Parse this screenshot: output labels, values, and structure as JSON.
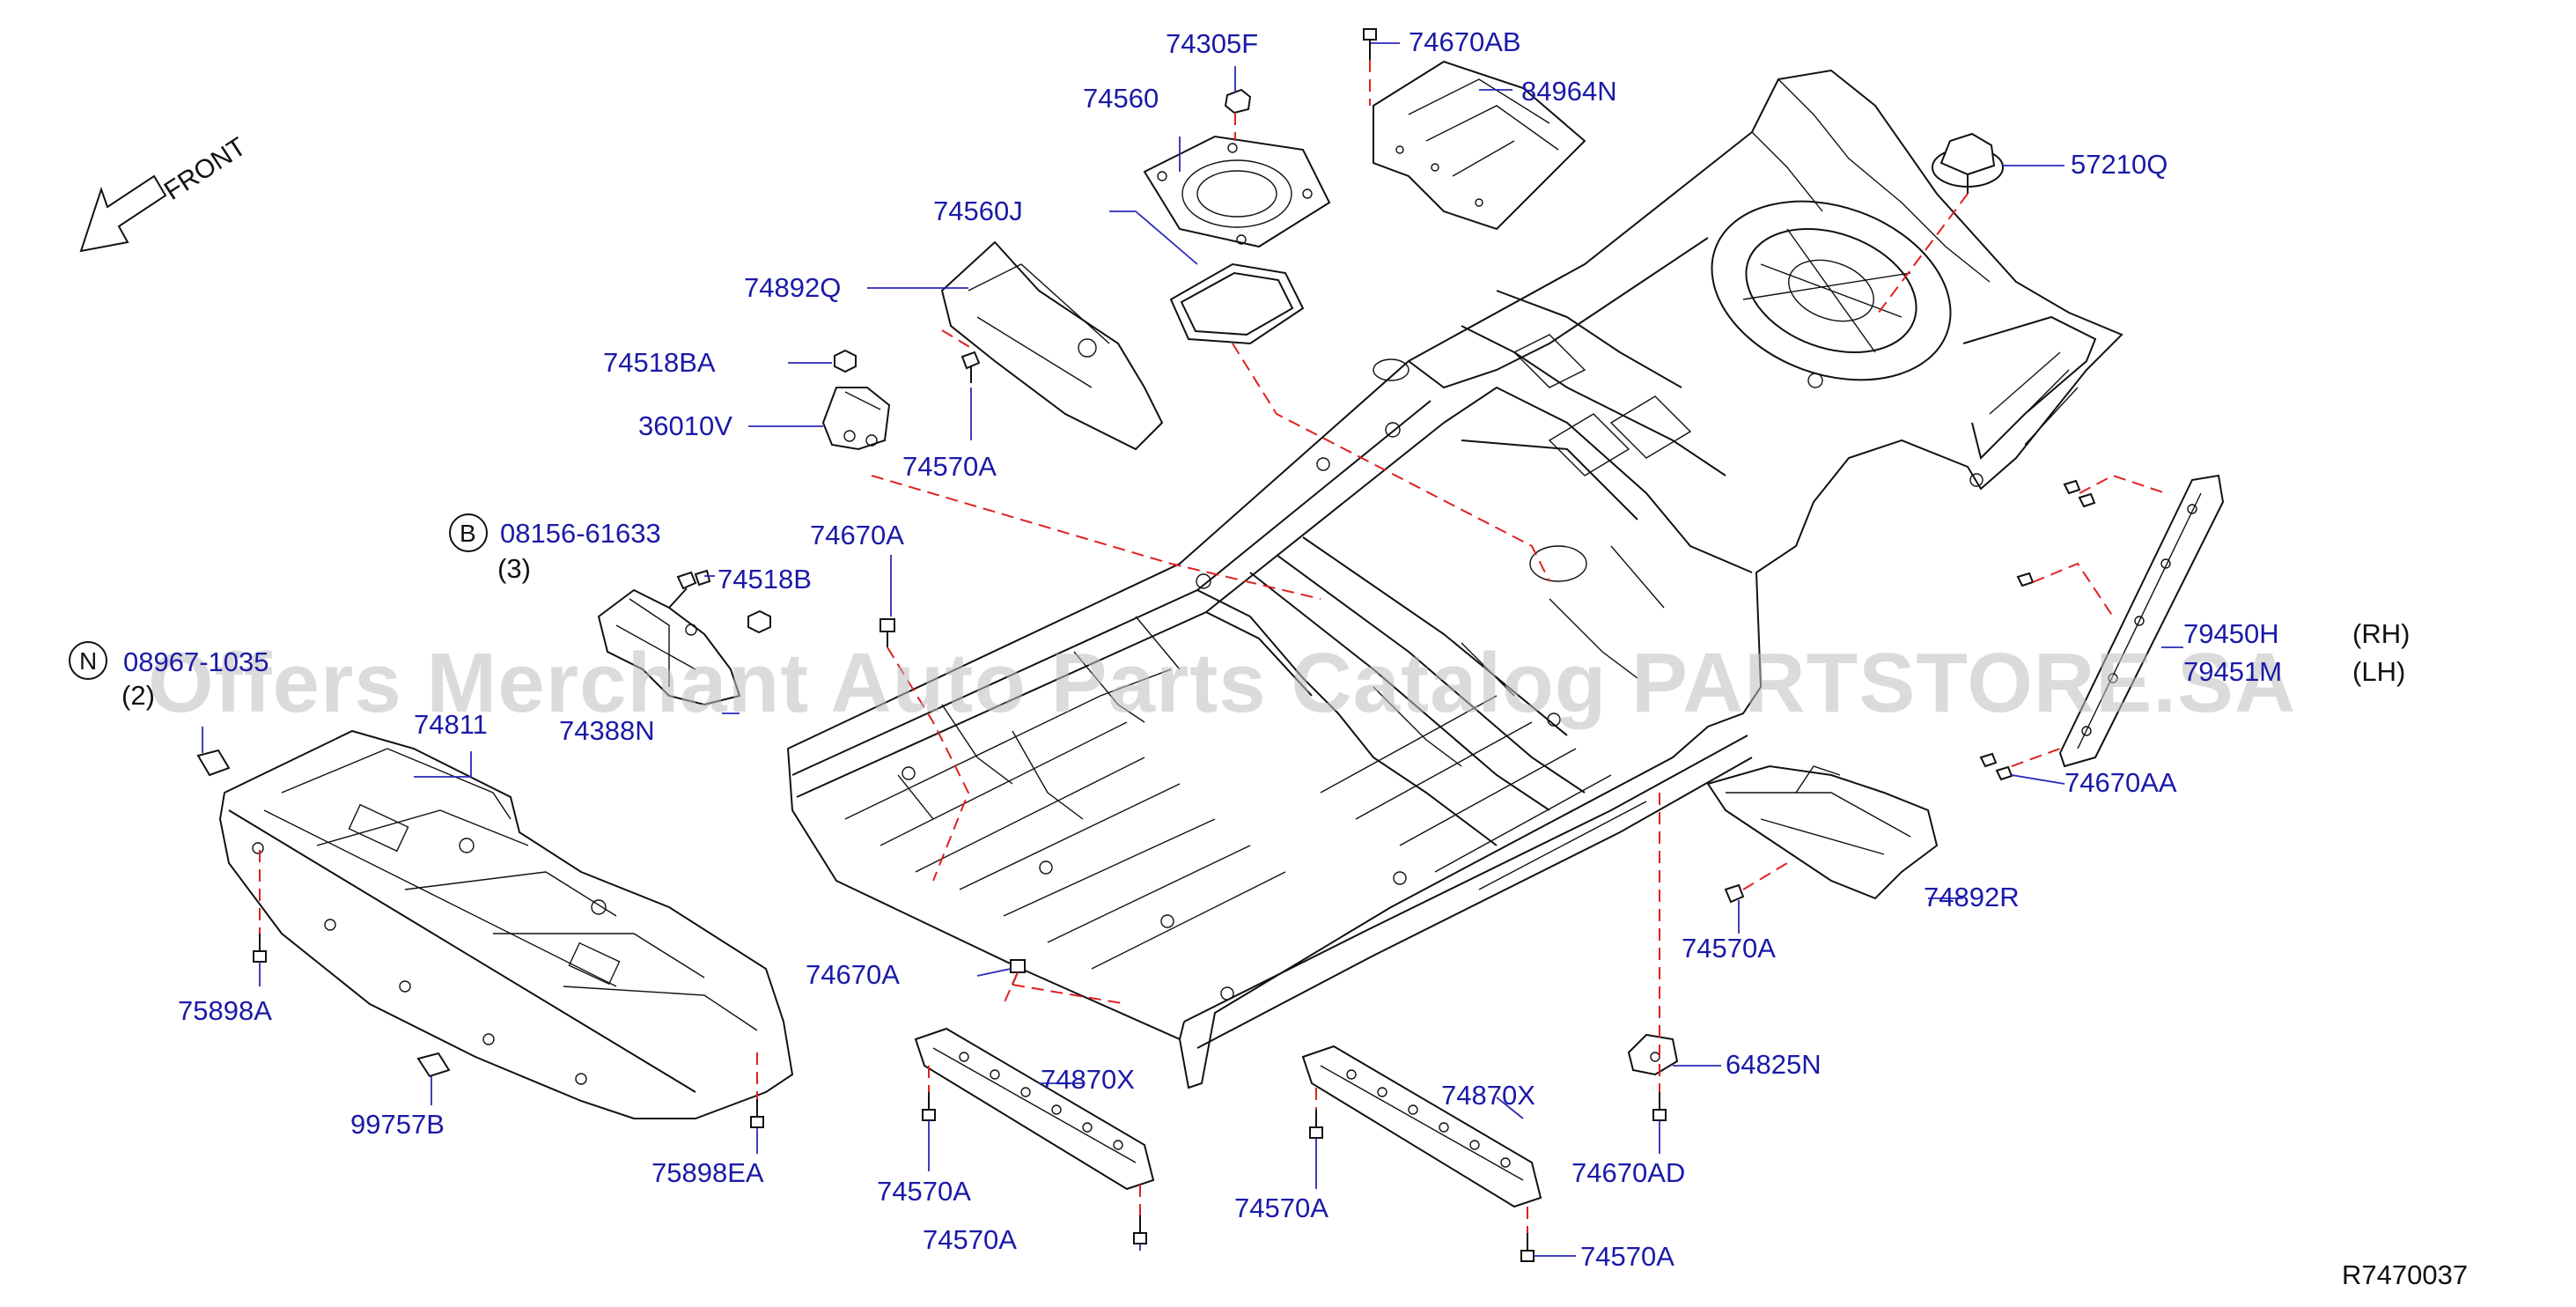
{
  "front_label": "FRONT",
  "reference_code": "R7470037",
  "watermark": "Offers Merchant Auto Parts Catalog PARTSTORE.SA",
  "parts": {
    "p74305F": "74305F",
    "p74670AB": "74670AB",
    "p74560": "74560",
    "p84964N": "84964N",
    "p57210Q": "57210Q",
    "p74560J": "74560J",
    "p74892Q": "74892Q",
    "p74518BA": "74518BA",
    "p36010V": "36010V",
    "p74570A_top": "74570A",
    "p08156_61633": "08156-61633",
    "p74518B": "74518B",
    "p74670A_mid": "74670A",
    "p74388N": "74388N",
    "p08967": "08967-1035",
    "p74811": "74811",
    "p75898A": "75898A",
    "p99757B": "99757B",
    "p75898EA": "75898EA",
    "p74670A_low": "74670A",
    "p74870X_left": "74870X",
    "p74570A_l1": "74570A",
    "p74570A_l2": "74570A",
    "p74870X_right": "74870X",
    "p74570A_r1": "74570A",
    "p74570A_r2": "74570A",
    "p64825N": "64825N",
    "p74670AD": "74670AD",
    "p74892R": "74892R",
    "p74570A_right": "74570A",
    "p74670AA": "74670AA",
    "p79450H": "79450H",
    "p79451M": "79451M"
  },
  "quantities": {
    "q08156": "(3)",
    "q08967": "(2)"
  },
  "circle_markers": {
    "b": "B",
    "n": "N"
  },
  "sides": {
    "rh": "(RH)",
    "lh": "(LH)"
  }
}
